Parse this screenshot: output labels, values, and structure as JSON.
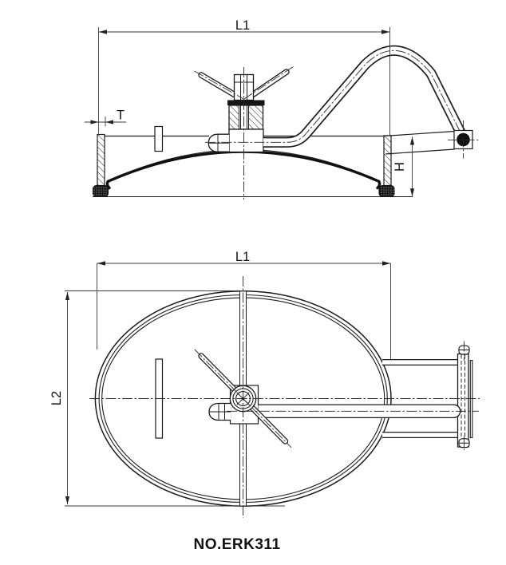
{
  "drawing": {
    "part_number": "NO.ERK311",
    "background_color": "#ffffff",
    "line_color": "#1c1c1c"
  },
  "side_view": {
    "dim_width_label": "L1",
    "dim_thickness_label": "T",
    "dim_height_label": "H"
  },
  "plan_view": {
    "dim_width_label": "L1",
    "dim_length_label": "L2"
  }
}
